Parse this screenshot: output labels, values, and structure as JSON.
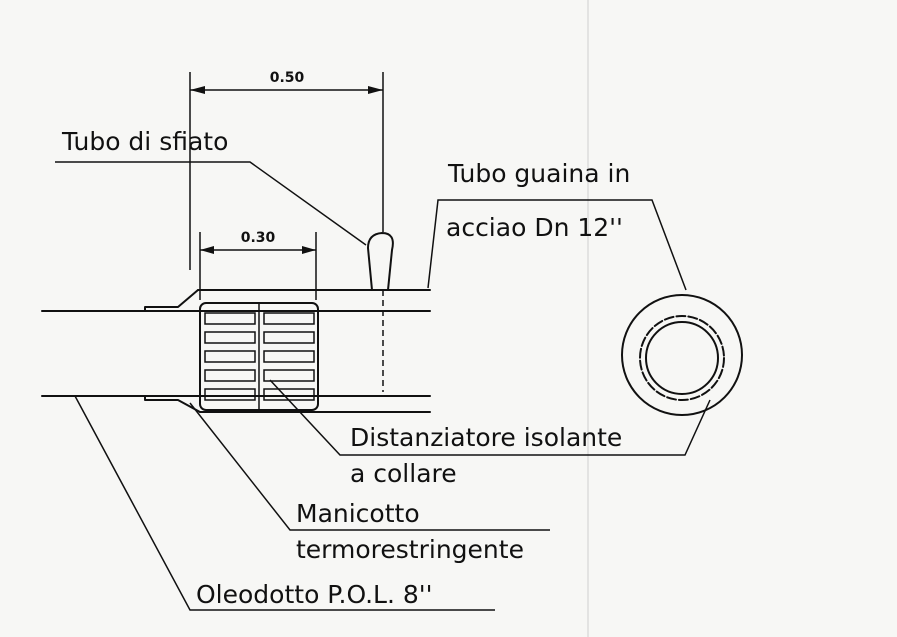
{
  "dimensions": {
    "top": "0.50",
    "inner": "0.30"
  },
  "labels": {
    "vent_pipe": "Tubo di sfiato",
    "casing_line1": "Tubo guaina in",
    "casing_line2": "acciao Dn 12''",
    "spacer_line1": "Distanziatore isolante",
    "spacer_line2": "a collare",
    "sleeve_line1": "Manicotto",
    "sleeve_line2": "termorestringente",
    "pipeline": "Oleodotto P.O.L. 8''"
  }
}
